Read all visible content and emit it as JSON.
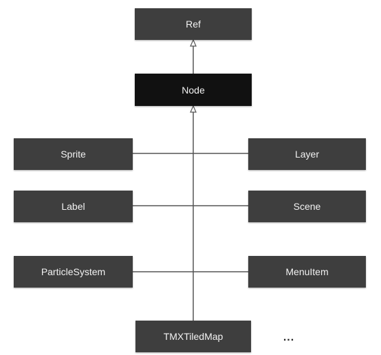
{
  "colors": {
    "box_gray": "#3e3e3e",
    "box_black": "#111111",
    "line": "#555555",
    "text": "#f2f2f2"
  },
  "diagram": {
    "root": "Ref",
    "parent": "Node",
    "left_children": [
      "Sprite",
      "Label",
      "ParticleSystem"
    ],
    "right_children": [
      "Layer",
      "Scene",
      "MenuItem"
    ],
    "bottom_child": "TMXTiledMap",
    "more": "..."
  }
}
